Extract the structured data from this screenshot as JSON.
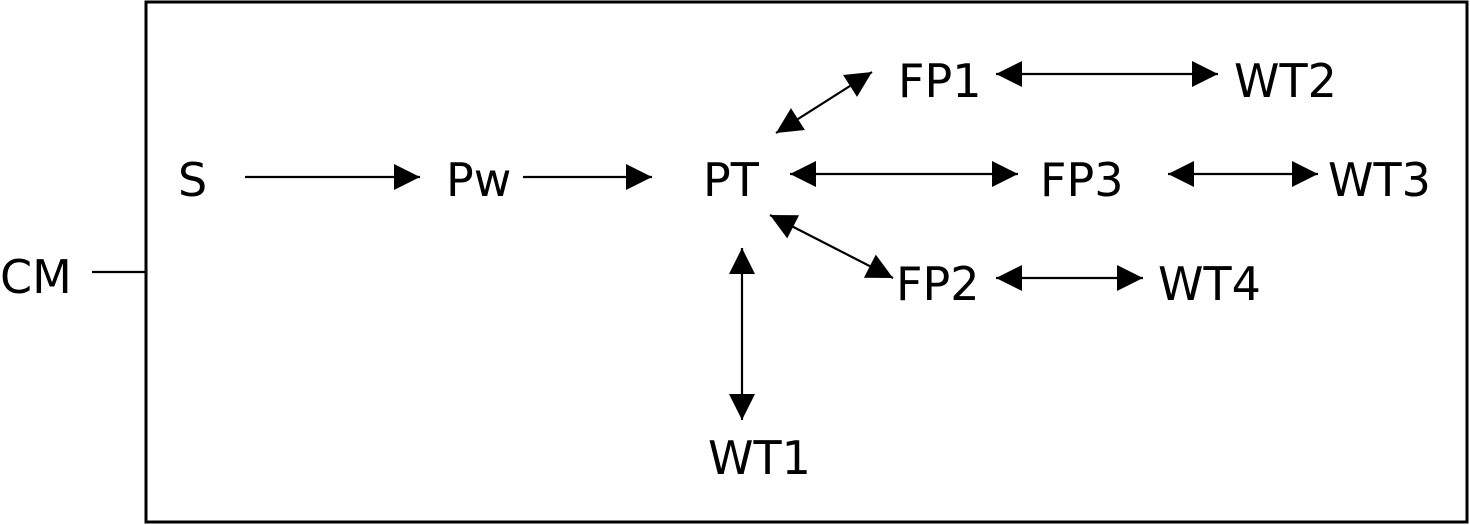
{
  "colors": {
    "stroke": "#000000",
    "background": "#ffffff"
  },
  "nodes": {
    "cm": "CM",
    "s": "S",
    "pw": "Pw",
    "pt": "PT",
    "fp1": "FP1",
    "fp2": "FP2",
    "fp3": "FP3",
    "wt1": "WT1",
    "wt2": "WT2",
    "wt3": "WT3",
    "wt4": "WT4"
  },
  "edges": [
    {
      "from": "s",
      "to": "pw",
      "direction": "forward"
    },
    {
      "from": "pw",
      "to": "pt",
      "direction": "forward"
    },
    {
      "from": "pt",
      "to": "fp1",
      "direction": "both"
    },
    {
      "from": "pt",
      "to": "fp3",
      "direction": "both"
    },
    {
      "from": "pt",
      "to": "fp2",
      "direction": "both"
    },
    {
      "from": "pt",
      "to": "wt1",
      "direction": "both"
    },
    {
      "from": "fp1",
      "to": "wt2",
      "direction": "both"
    },
    {
      "from": "fp3",
      "to": "wt3",
      "direction": "both"
    },
    {
      "from": "fp2",
      "to": "wt4",
      "direction": "both"
    },
    {
      "from": "cm",
      "to": "frame",
      "direction": "none"
    }
  ]
}
